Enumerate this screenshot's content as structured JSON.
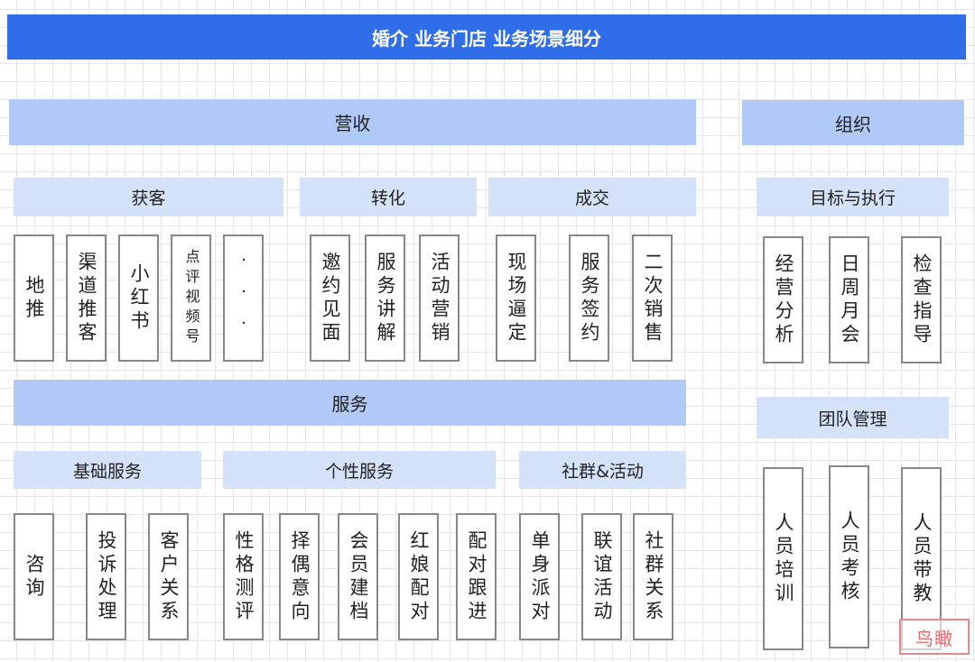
{
  "title": "婚介 业务门店 业务场景细分",
  "revenue": {
    "label": "营收",
    "acquisition": {
      "label": "获客",
      "items": [
        "地推",
        "渠道推客",
        "小红书",
        "点评视频号",
        "···"
      ]
    },
    "conversion": {
      "label": "转化",
      "items": [
        "邀约见面",
        "服务讲解",
        "活动营销"
      ]
    },
    "deal": {
      "label": "成交",
      "items": [
        "现场逼定",
        "服务签约",
        "二次销售"
      ]
    }
  },
  "service": {
    "label": "服务",
    "basic": {
      "label": "基础服务",
      "items": [
        "咨询",
        "投诉处理",
        "客户关系"
      ]
    },
    "personal": {
      "label": "个性服务",
      "items": [
        "性格测评",
        "择偶意向",
        "会员建档",
        "红娘配对",
        "配对跟进"
      ]
    },
    "community": {
      "label": "社群&活动",
      "items": [
        "单身派对",
        "联谊活动",
        "社群关系"
      ]
    }
  },
  "organization": {
    "label": "组织",
    "goals": {
      "label": "目标与执行",
      "items": [
        "经营分析",
        "日周月会",
        "检查指导"
      ]
    },
    "team": {
      "label": "团队管理",
      "items": [
        "人员培训",
        "人员考核",
        "人员带教"
      ]
    }
  },
  "watermark": "鸟瞰"
}
